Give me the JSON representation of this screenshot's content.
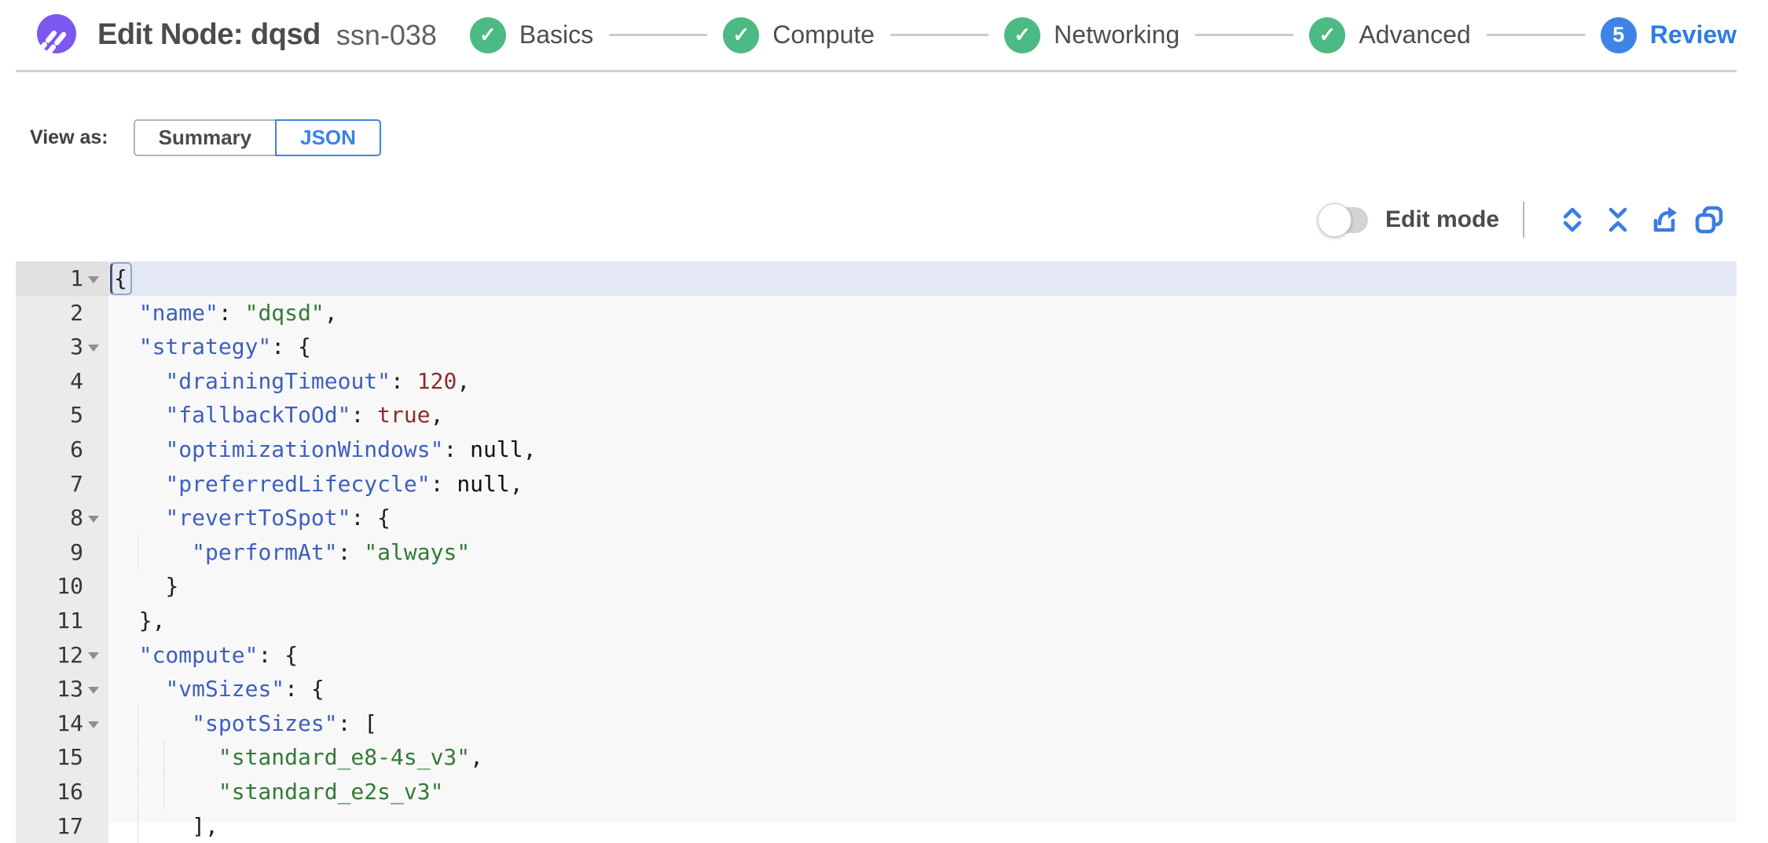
{
  "header": {
    "title": "Edit Node: dqsd",
    "subtitle": "ssn-038",
    "logo_icon": "spot-logo-icon",
    "steps": [
      {
        "label": "Basics",
        "state": "done",
        "icon": "check-icon"
      },
      {
        "label": "Compute",
        "state": "done",
        "icon": "check-icon"
      },
      {
        "label": "Networking",
        "state": "done",
        "icon": "check-icon"
      },
      {
        "label": "Advanced",
        "state": "done",
        "icon": "check-icon"
      },
      {
        "label": "Review",
        "state": "current",
        "number": "5"
      }
    ]
  },
  "view_as": {
    "label": "View as:",
    "options": [
      {
        "label": "Summary",
        "selected": false
      },
      {
        "label": "JSON",
        "selected": true
      }
    ]
  },
  "toolbar": {
    "edit_mode_label": "Edit mode",
    "edit_mode_on": false,
    "icons": [
      "expand-all-icon",
      "collapse-all-icon",
      "export-icon",
      "copy-icon"
    ]
  },
  "colors": {
    "logo_purple": "#7c57f0",
    "step_done_green": "#4cba82",
    "step_current_blue": "#3d84e6",
    "accent_blue": "#3b7ce2",
    "editor_background": "#f8f8f8",
    "gutter_background": "#ebebeb",
    "active_line": "#e3e8f4",
    "key_color": "#3d5fbe",
    "string_color": "#337a36",
    "number_color": "#8b2c2c"
  },
  "editor": {
    "lines": [
      {
        "n": "1",
        "fold": true,
        "active": true,
        "tokens": [
          [
            "cbrace",
            "{"
          ]
        ]
      },
      {
        "n": "2",
        "tokens": [
          [
            "ws",
            "  "
          ],
          [
            "key",
            "\"name\""
          ],
          [
            "pun",
            ": "
          ],
          [
            "str",
            "\"dqsd\""
          ],
          [
            "pun",
            ","
          ]
        ]
      },
      {
        "n": "3",
        "fold": true,
        "tokens": [
          [
            "ws",
            "  "
          ],
          [
            "key",
            "\"strategy\""
          ],
          [
            "pun",
            ": {"
          ]
        ]
      },
      {
        "n": "4",
        "tokens": [
          [
            "ws",
            "    "
          ],
          [
            "key",
            "\"drainingTimeout\""
          ],
          [
            "pun",
            ": "
          ],
          [
            "num",
            "120"
          ],
          [
            "pun",
            ","
          ]
        ]
      },
      {
        "n": "5",
        "tokens": [
          [
            "ws",
            "    "
          ],
          [
            "key",
            "\"fallbackToOd\""
          ],
          [
            "pun",
            ": "
          ],
          [
            "bool",
            "true"
          ],
          [
            "pun",
            ","
          ]
        ]
      },
      {
        "n": "6",
        "tokens": [
          [
            "ws",
            "    "
          ],
          [
            "key",
            "\"optimizationWindows\""
          ],
          [
            "pun",
            ": "
          ],
          [
            "null",
            "null"
          ],
          [
            "pun",
            ","
          ]
        ]
      },
      {
        "n": "7",
        "tokens": [
          [
            "ws",
            "    "
          ],
          [
            "key",
            "\"preferredLifecycle\""
          ],
          [
            "pun",
            ": "
          ],
          [
            "null",
            "null"
          ],
          [
            "pun",
            ","
          ]
        ]
      },
      {
        "n": "8",
        "fold": true,
        "tokens": [
          [
            "ws",
            "    "
          ],
          [
            "key",
            "\"revertToSpot\""
          ],
          [
            "pun",
            ": {"
          ]
        ]
      },
      {
        "n": "9",
        "guides": [
          2
        ],
        "tokens": [
          [
            "ws",
            "      "
          ],
          [
            "key",
            "\"performAt\""
          ],
          [
            "pun",
            ": "
          ],
          [
            "str",
            "\"always\""
          ]
        ]
      },
      {
        "n": "10",
        "tokens": [
          [
            "ws",
            "    "
          ],
          [
            "pun",
            "}"
          ]
        ]
      },
      {
        "n": "11",
        "tokens": [
          [
            "ws",
            "  "
          ],
          [
            "pun",
            "},"
          ]
        ]
      },
      {
        "n": "12",
        "fold": true,
        "tokens": [
          [
            "ws",
            "  "
          ],
          [
            "key",
            "\"compute\""
          ],
          [
            "pun",
            ": {"
          ]
        ]
      },
      {
        "n": "13",
        "fold": true,
        "tokens": [
          [
            "ws",
            "    "
          ],
          [
            "key",
            "\"vmSizes\""
          ],
          [
            "pun",
            ": {"
          ]
        ]
      },
      {
        "n": "14",
        "fold": true,
        "guides": [
          2
        ],
        "tokens": [
          [
            "ws",
            "      "
          ],
          [
            "key",
            "\"spotSizes\""
          ],
          [
            "pun",
            ": ["
          ]
        ]
      },
      {
        "n": "15",
        "guides": [
          2,
          4
        ],
        "tokens": [
          [
            "ws",
            "        "
          ],
          [
            "str",
            "\"standard_e8-4s_v3\""
          ],
          [
            "pun",
            ","
          ]
        ]
      },
      {
        "n": "16",
        "guides": [
          2,
          4
        ],
        "tokens": [
          [
            "ws",
            "        "
          ],
          [
            "str",
            "\"standard_e2s_v3\""
          ]
        ]
      },
      {
        "n": "17",
        "guides": [
          2
        ],
        "tokens": [
          [
            "ws",
            "      "
          ],
          [
            "pun",
            "],"
          ]
        ]
      }
    ]
  }
}
